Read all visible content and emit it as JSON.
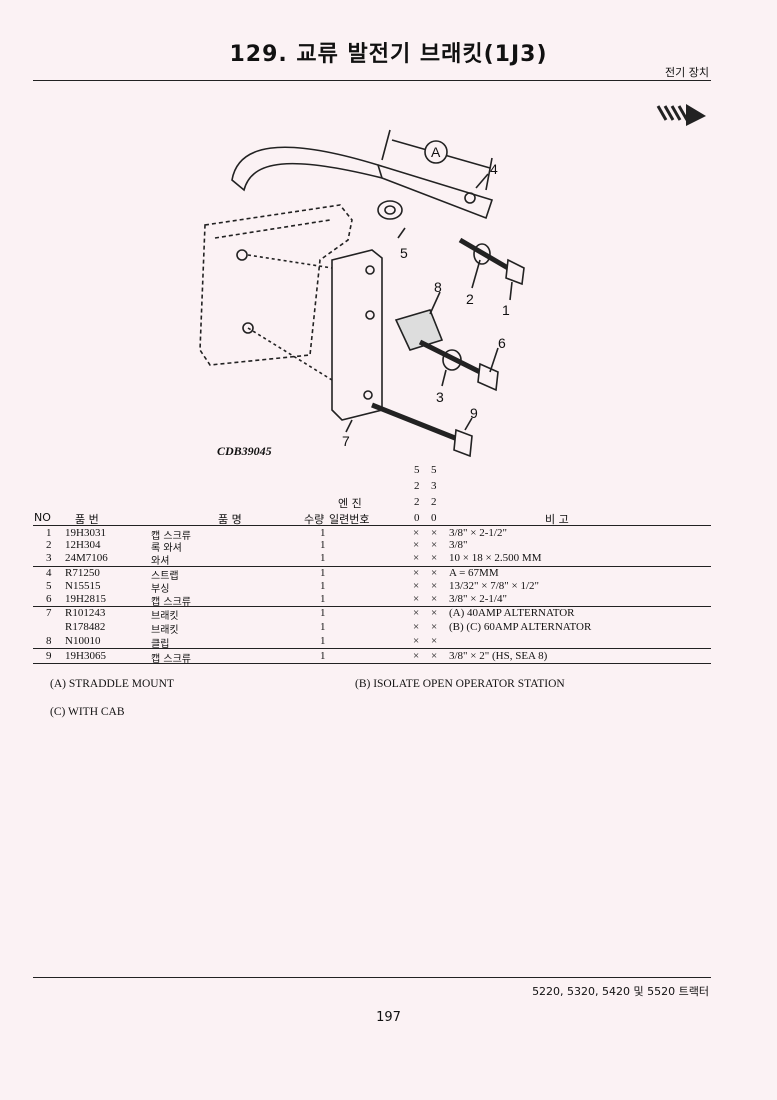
{
  "header": {
    "title": "129. 교류 발전기 브래킷(1J3)",
    "section": "전기 장치"
  },
  "figure": {
    "id": "CDB39045",
    "dim_label": "A",
    "callouts": [
      "1",
      "2",
      "3",
      "4",
      "5",
      "6",
      "7",
      "8",
      "9"
    ]
  },
  "table": {
    "headers": {
      "no": "NO",
      "part_no": "품 번",
      "name": "품 명",
      "qty": "수량",
      "engine_top": "엔 진",
      "engine_bottom": "일련번호",
      "model_a": [
        "5",
        "2",
        "2",
        "0"
      ],
      "model_b": [
        "5",
        "3",
        "2",
        "0"
      ],
      "remarks": "비 고"
    },
    "rows": [
      {
        "no": "1",
        "part_no": "19H3031",
        "name": "캡 스크류",
        "qty": "1",
        "a": "×",
        "b": "×",
        "remarks": "3/8\" × 2-1/2\""
      },
      {
        "no": "2",
        "part_no": "12H304",
        "name": "록 와셔",
        "qty": "1",
        "a": "×",
        "b": "×",
        "remarks": "3/8\""
      },
      {
        "no": "3",
        "part_no": "24M7106",
        "name": "와셔",
        "qty": "1",
        "a": "×",
        "b": "×",
        "remarks": "10 × 18 × 2.500 MM"
      },
      {
        "no": "4",
        "part_no": "R71250",
        "name": "스트랩",
        "qty": "1",
        "a": "×",
        "b": "×",
        "remarks": "A = 67MM"
      },
      {
        "no": "5",
        "part_no": "N15515",
        "name": "부싱",
        "qty": "1",
        "a": "×",
        "b": "×",
        "remarks": "13/32\" × 7/8\" × 1/2\""
      },
      {
        "no": "6",
        "part_no": "19H2815",
        "name": "캡 스크류",
        "qty": "1",
        "a": "×",
        "b": "×",
        "remarks": "3/8\" × 2-1/4\""
      },
      {
        "no": "7",
        "part_no": "R101243",
        "name": "브래킷",
        "qty": "1",
        "a": "×",
        "b": "×",
        "remarks": "(A) 40AMP ALTERNATOR"
      },
      {
        "no": "",
        "part_no": "R178482",
        "name": "브래킷",
        "qty": "1",
        "a": "×",
        "b": "×",
        "remarks": "(B) (C) 60AMP ALTERNATOR"
      },
      {
        "no": "8",
        "part_no": "N10010",
        "name": "클립",
        "qty": "1",
        "a": "×",
        "b": "×",
        "remarks": ""
      },
      {
        "no": "9",
        "part_no": "19H3065",
        "name": "캡 스크류",
        "qty": "1",
        "a": "×",
        "b": "×",
        "remarks": "3/8\" × 2\" (HS, SEA 8)"
      }
    ]
  },
  "notes": {
    "a": "(A) STRADDLE MOUNT",
    "b": "(B) ISOLATE OPEN OPERATOR STATION",
    "c": "(C) WITH CAB"
  },
  "footer": {
    "models": "5220, 5320, 5420 및 5520 트랙터",
    "page": "197"
  }
}
